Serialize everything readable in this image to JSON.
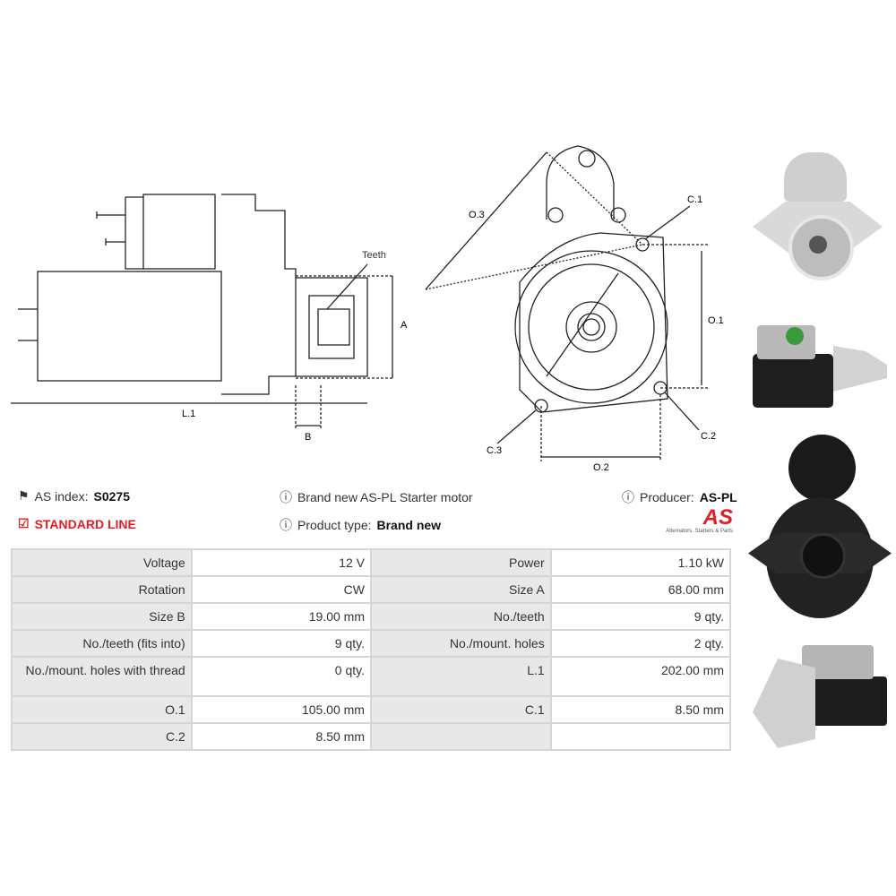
{
  "diagram_labels": {
    "teeth": "Teeth",
    "a": "A",
    "b": "B",
    "l1": "L.1",
    "o3": "O.3",
    "c1": "C.1",
    "o1": "O.1",
    "c2": "C.2",
    "c3": "C.3",
    "o2": "O.2"
  },
  "info": {
    "as_index_label": "AS index:",
    "as_index_value": "S0275",
    "standard_line": "STANDARD LINE",
    "description": "Brand new AS-PL Starter motor",
    "product_type_label": "Product type:",
    "product_type_value": "Brand new",
    "producer_label": "Producer:",
    "producer_value": "AS-PL",
    "logo_text": "AS",
    "logo_tagline": "Alternators, Starters & Parts"
  },
  "specs": [
    [
      "Voltage",
      "12 V",
      "Power",
      "1.10 kW"
    ],
    [
      "Rotation",
      "CW",
      "Size A",
      "68.00 mm"
    ],
    [
      "Size B",
      "19.00 mm",
      "No./teeth",
      "9 qty."
    ],
    [
      "No./teeth (fits into)",
      "9 qty.",
      "No./mount. holes",
      "2 qty."
    ],
    [
      "No./mount. holes with thread",
      "0 qty.",
      "L.1",
      "202.00 mm"
    ],
    [
      "O.1",
      "105.00 mm",
      "C.1",
      "8.50 mm"
    ],
    [
      "C.2",
      "8.50 mm",
      "",
      ""
    ]
  ],
  "colors": {
    "accent": "#e41e26"
  }
}
